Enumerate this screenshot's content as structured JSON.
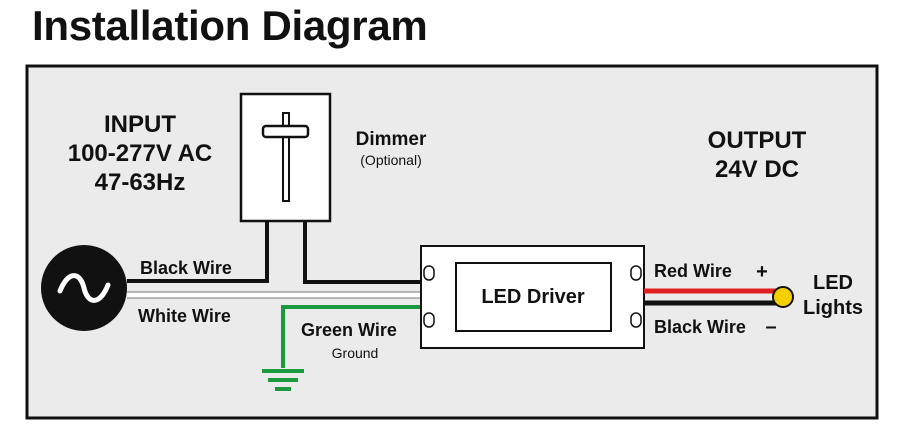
{
  "title": "Installation Diagram",
  "input": {
    "line1": "INPUT",
    "line2": "100-277V AC",
    "line3": "47-63Hz"
  },
  "dimmer": {
    "label": "Dimmer",
    "note": "(Optional)"
  },
  "output": {
    "line1": "OUTPUT",
    "line2": "24V DC"
  },
  "wires": {
    "black_in": "Black Wire",
    "white_in": "White Wire",
    "green": "Green Wire",
    "green_note": "Ground",
    "red_out": "Red Wire",
    "red_sign": "+",
    "black_out": "Black Wire",
    "black_sign": "–"
  },
  "driver": {
    "label": "LED Driver"
  },
  "lights": {
    "line1": "LED",
    "line2": "Lights"
  },
  "colors": {
    "panel_bg": "#ebebeb",
    "black_wire": "#111111",
    "white_wire": "#ffffff",
    "green_wire": "#1a9a3c",
    "red_wire": "#e0201e",
    "led": "#f5d000"
  }
}
